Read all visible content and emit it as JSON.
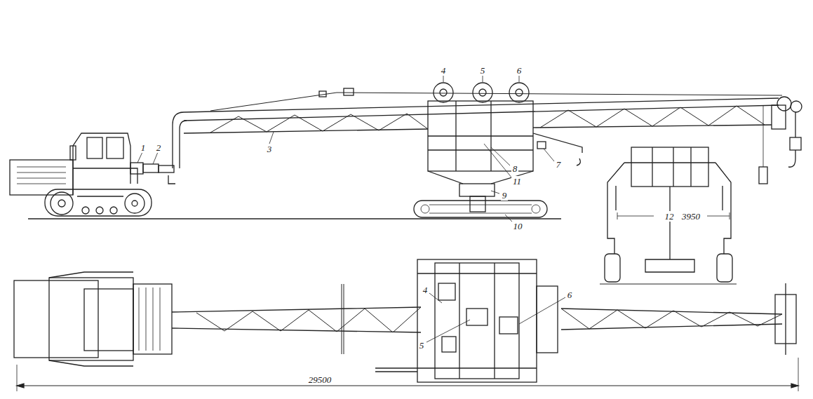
{
  "diagram": {
    "labels": [
      "4",
      "5",
      "6",
      "1",
      "2",
      "3",
      "8",
      "7",
      "11",
      "9",
      "10",
      "12",
      "3950",
      "4",
      "6",
      "5",
      "29500"
    ]
  }
}
